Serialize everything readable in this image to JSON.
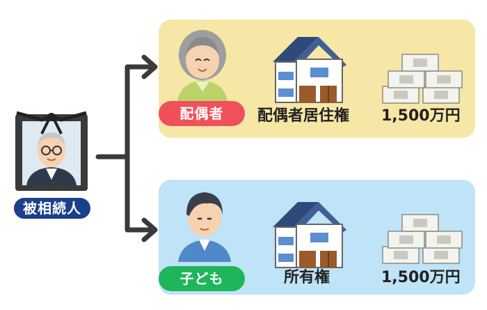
{
  "deceased": {
    "label": "被相続人",
    "label_color": "#1b3f8b"
  },
  "spouse_row": {
    "badge": "配偶者",
    "badge_color": "#f0505a",
    "panel_color": "#f7e7a6",
    "right_label": "配偶者居住権",
    "money_label": "1,500万円"
  },
  "child_row": {
    "badge": "子ども",
    "badge_color": "#1fb55a",
    "panel_color": "#bfe3f7",
    "right_label": "所有権",
    "money_label": "1,500万円"
  },
  "icons": {
    "deceased_portrait": "memorial-portrait-icon",
    "spouse": "elderly-woman-icon",
    "child": "man-icon",
    "house": "house-icon",
    "money": "money-stack-icon"
  },
  "arrow_color": "#3a3a3a"
}
